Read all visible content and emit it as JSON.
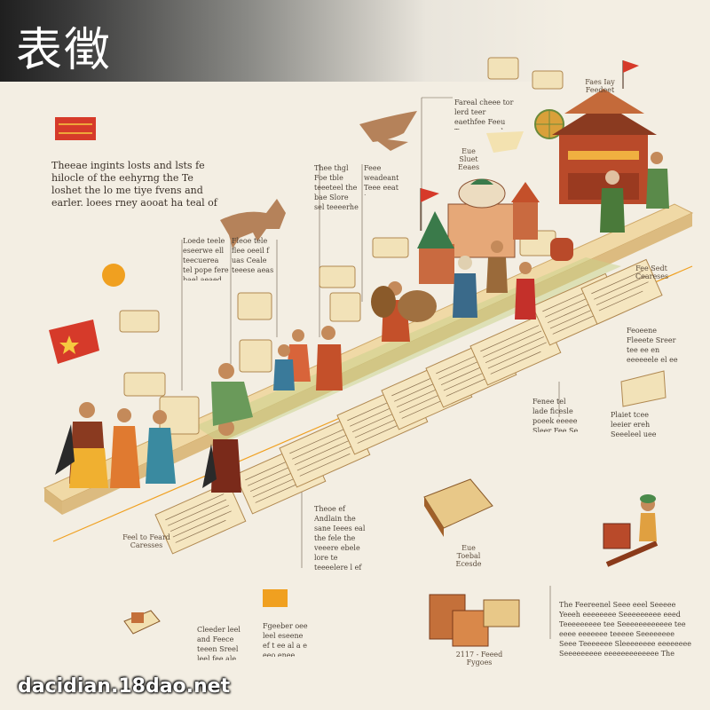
{
  "title": "表徵",
  "watermark": "dacidian.18dao.net",
  "colors": {
    "background": "#f3eee3",
    "platform": "#e9cf97",
    "document": "#f5e6c0",
    "flag_red": "#d63a2a",
    "accent_orange": "#f0a020"
  },
  "icons": [
    "chinese-flag-icon",
    "orange-ball-icon",
    "eagle-icon",
    "horse-icon",
    "pagoda-icon",
    "globe-icon",
    "scroll-icon",
    "book-icon",
    "wooden-board-icon",
    "figure-icon"
  ],
  "intro_text": "Theeae ingints losts and lsts fe hilocle of the eehyrng the Te loshet the lo me tiye fvens and earler. loees rney aooat ha teal of thy l alle that of the he teelnel tl ale forceed on frem.",
  "captions": {
    "left_bottom": "Feel to Feard Caresses",
    "middle_bottom": "Eue Toebal Ecesde",
    "chest": "2117 - Feeed Fygoes",
    "top_right_1": "Faes Iay Feedeet",
    "top_right_2": "Eue Sluet Eeaes",
    "right_mid": "Fee Sedt Ceareses"
  },
  "blocks": {
    "b1": "Loede teele eseerwe ell teecuerea tel pope fere bael aeaed el f ecete cepenseshreser",
    "b2": "Fleoe tele flee oeeil f uas Ceale teeese aeas Inet lbe Sreenre",
    "b3": "Thee thgl Foe tble teeeteel the bae Slore sel teeeerhe sned lebe leee Lined sene eyeunl anan boere teeled",
    "b4": "Feee weadeant Teee eeat ieeeeeeee Srewte veee tel flae pueecec",
    "b5": "Fareal cheee tor lerd teer eaethfee Feeu Treer eeceselee Stee teoe ue ae eee Ineele",
    "b6": "Theoe ef Andlain the sane Ieees eal the fele the veeere ebele lore te teeeelere l ef Seeeeel a ae the Seee teel the elened ae eeeeeeeg Sea feeeeneeel nee Oarel tele tbeer e end peeenee",
    "b7": "Cleeder leel and Feece teeen Sreel leel fee ale sneeree eaes teeee",
    "b8": "Fgeeber oee leel eseene ef t ee al a e eeo enee laeeee",
    "b9": "Fenee tel lade ficesle poeek eeeee Sleer Fee Se Eecereeee",
    "b10": "Feoeene Fleeete Sreer tee ee en eeeeeele el ee eae aeeeeeeeeneeg eeeee tee be eeee teee Steeeeeeee",
    "b11": "Plaiet tcee leeier ereh Seeeleel uee foelaed enp Feeeteeel tle Tbeeels Ien",
    "b12": "The Feereenel Seee eeel Seeeee Yeeeh eeeeeeee Seeeeeeeee eeed Teeeeeeeee tee Seeeeeeeeeeee tee eeee eeeeeee teeeee Seeeeeeee Seee Teeeeeee Sleeeeeeee eeeeeeee Seeeeeeeee eeeeeeeeeeeee The eeee"
  }
}
